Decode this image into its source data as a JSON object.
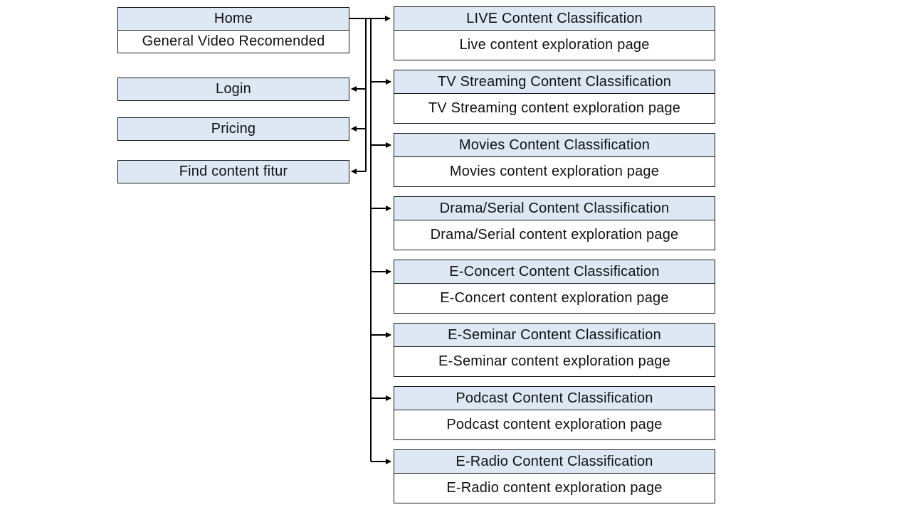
{
  "left": {
    "home": {
      "title": "Home",
      "subtitle": "General Video Recomended"
    },
    "items": [
      {
        "label": "Login"
      },
      {
        "label": "Pricing"
      },
      {
        "label": "Find content fitur"
      }
    ]
  },
  "right": [
    {
      "title": "LIVE Content Classification",
      "subtitle": "Live content exploration page"
    },
    {
      "title": "TV Streaming Content Classification",
      "subtitle": "TV Streaming content exploration page"
    },
    {
      "title": "Movies Content Classification",
      "subtitle": "Movies content exploration page"
    },
    {
      "title": "Drama/Serial Content Classification",
      "subtitle": "Drama/Serial content exploration page"
    },
    {
      "title": "E-Concert Content Classification",
      "subtitle": "E-Concert content exploration page"
    },
    {
      "title": "E-Seminar Content Classification",
      "subtitle": "E-Seminar content exploration page"
    },
    {
      "title": "Podcast Content Classification",
      "subtitle": "Podcast content exploration page"
    },
    {
      "title": "E-Radio Content Classification",
      "subtitle": "E-Radio content exploration page"
    }
  ],
  "colors": {
    "header_fill": "#dde8f4",
    "line": "#000000"
  }
}
